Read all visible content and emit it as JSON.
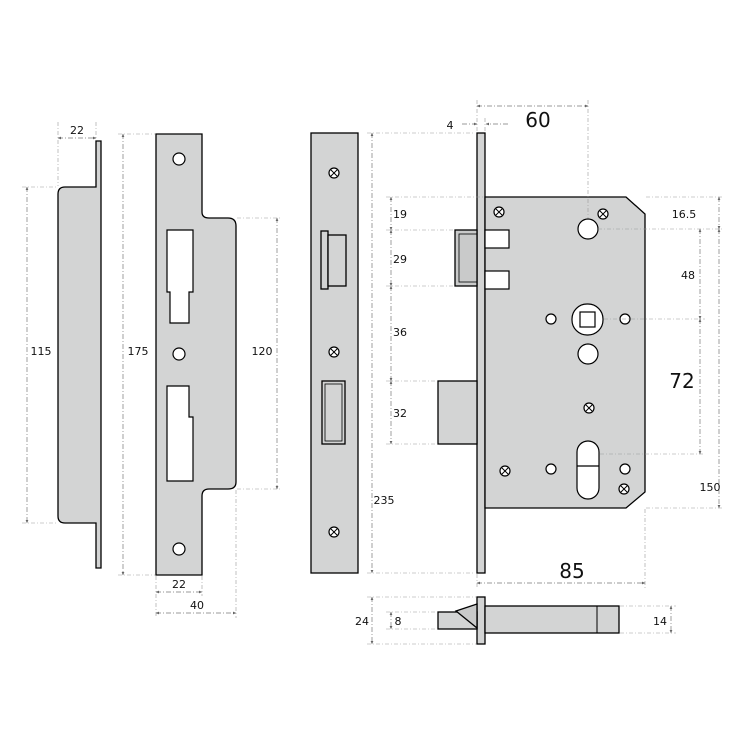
{
  "dimensions": {
    "strike_depth": "22",
    "strike_height": "115",
    "faceplate_height": "175",
    "faceplate_slot_span": "120",
    "faceplate_width": "22",
    "faceplate_total_width": "40",
    "backset": "60",
    "forend_thickness": "4",
    "top_to_latch": "19",
    "latch_height": "29",
    "latch_to_bolt": "36",
    "bolt_height": "32",
    "top_corner": "16.5",
    "follower_offset": "48",
    "centre_distance": "72",
    "case_height": "150",
    "forend_height": "235",
    "case_depth": "85",
    "bolt_throw": "24",
    "bolt_thickness": "8",
    "forend_width": "14"
  },
  "colors": {
    "metal": "#d3d4d4",
    "outline": "#000000",
    "dimension_line": "#777777"
  }
}
